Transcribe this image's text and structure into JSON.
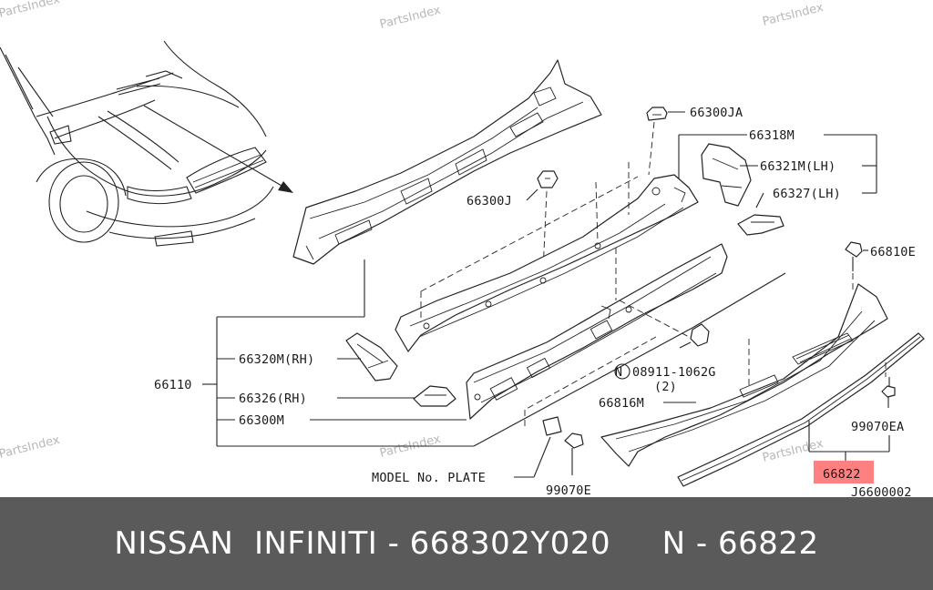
{
  "watermarks": [
    "PartsIndex",
    "PartsIndex",
    "PartsIndex",
    "PartsIndex",
    "PartsIndex"
  ],
  "callouts": {
    "c66300JA": "66300JA",
    "c66318M": "66318M",
    "c66321M": "66321M(LH)",
    "c66327": "66327(LH)",
    "c66300J": "66300J",
    "c66810E": "66810E",
    "c66320M": "66320M(RH)",
    "c66110": "66110",
    "c66326": "66326(RH)",
    "c66300M": "66300M",
    "c08911": "08911-1062G",
    "c08911_qty": "(2)",
    "c08911_prefix": "N",
    "c66816M": "66816M",
    "c99070EA": "99070EA",
    "c66822": "66822",
    "c_plate": "MODEL No. PLATE",
    "c99070E": "99070E",
    "c_ref": "J6600002"
  },
  "highlight_color": "#ff8080",
  "footer": {
    "text": "NISSAN  INFINITI - 668302Y020     N - 66822"
  }
}
